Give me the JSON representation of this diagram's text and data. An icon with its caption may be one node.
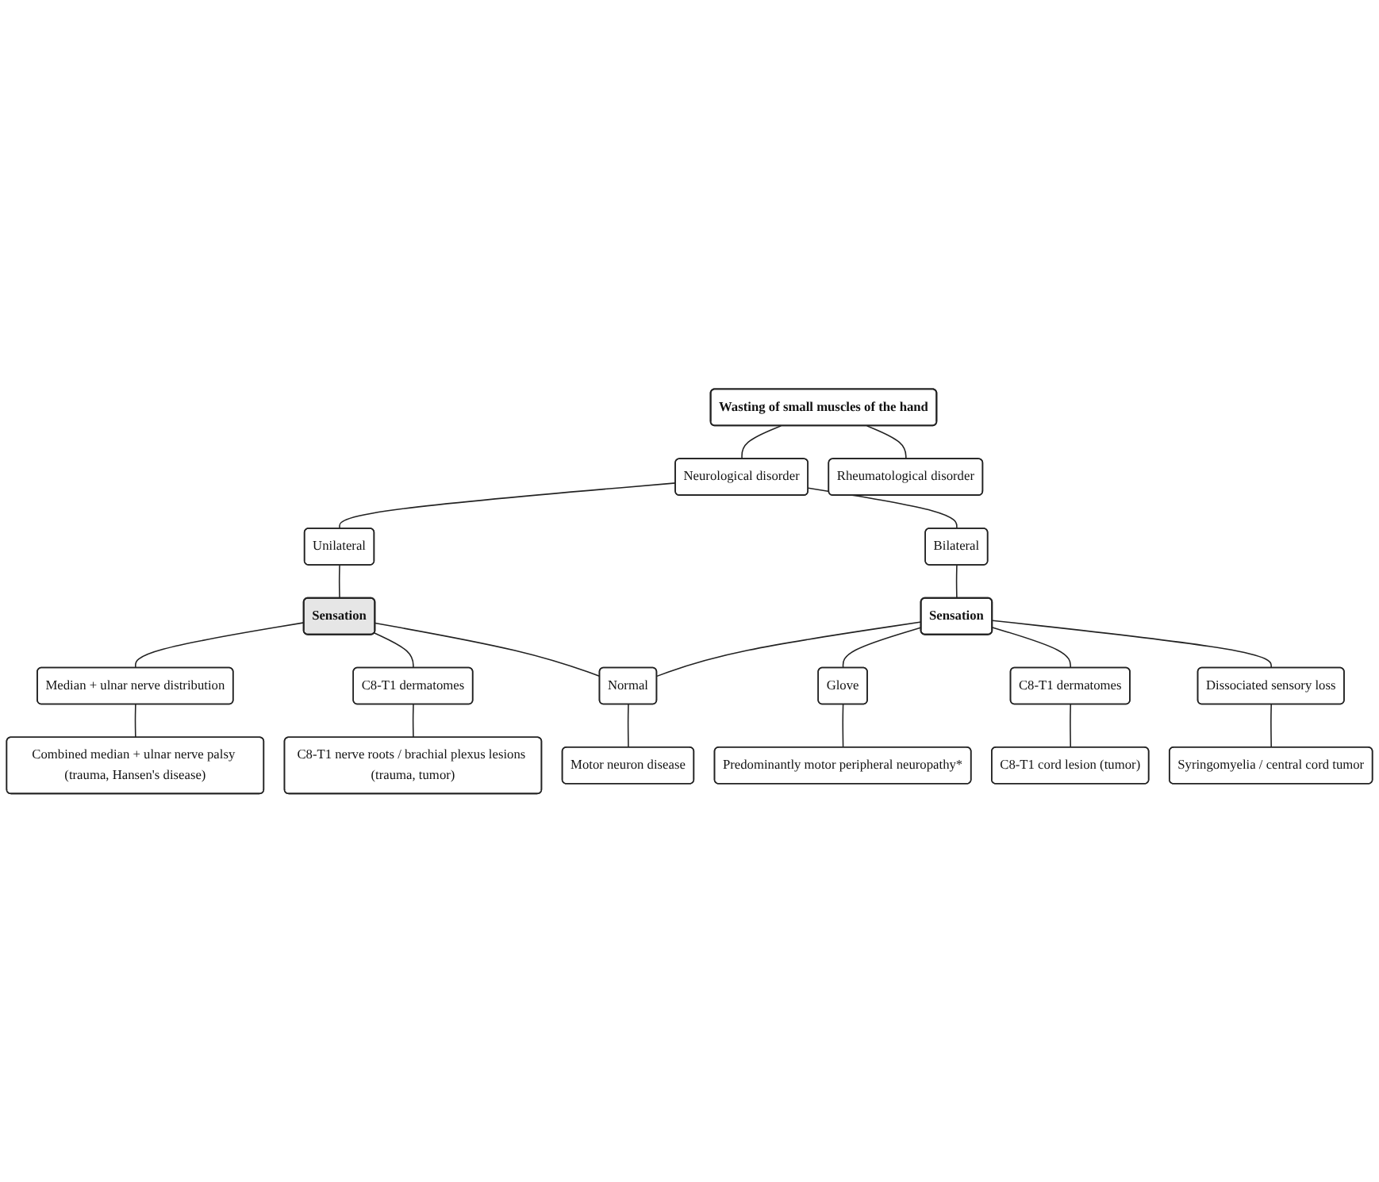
{
  "diagram": {
    "nodes": [
      {
        "text": [
          "Wasting of small muscles of the hand"
        ]
      },
      {
        "text": [
          "Neurological disorder"
        ]
      },
      {
        "text": [
          "Rheumatological disorder"
        ]
      },
      {
        "text": [
          "Unilateral"
        ]
      },
      {
        "text": [
          "Bilateral"
        ]
      },
      {
        "text": [
          "Sensation"
        ]
      },
      {
        "text": [
          "Sensation"
        ]
      },
      {
        "text": [
          "Median + ulnar nerve distribution"
        ]
      },
      {
        "text": [
          "C8-T1 dermatomes"
        ]
      },
      {
        "text": [
          "Normal"
        ]
      },
      {
        "text": [
          "Glove"
        ]
      },
      {
        "text": [
          "C8-T1 dermatomes"
        ]
      },
      {
        "text": [
          "Dissociated sensory loss"
        ]
      },
      {
        "text": [
          "Combined median + ulnar nerve palsy (trauma, Hansen's disease)"
        ]
      },
      {
        "text": [
          "C8-T1 nerve roots / brachial plexus lesions (trauma, tumor)"
        ]
      },
      {
        "text": [
          "Motor neuron disease"
        ]
      },
      {
        "text": [
          "Predominantly motor peripheral neuropathy*"
        ]
      },
      {
        "text": [
          "C8-T1 cord lesion (tumor)"
        ]
      },
      {
        "text": [
          "Syringomyelia / central cord tumor"
        ]
      }
    ],
    "edges": [
      {
        "from": 0,
        "to": 1,
        "arrow": "none"
      },
      {
        "from": 0,
        "to": 2,
        "arrow": "none"
      },
      {
        "from": 1,
        "to": 3,
        "arrow": "none"
      },
      {
        "from": 1,
        "to": 4,
        "arrow": "none"
      },
      {
        "from": 3,
        "to": 5,
        "arrow": "none"
      },
      {
        "from": 4,
        "to": 6,
        "arrow": "none"
      },
      {
        "from": 5,
        "to": 7,
        "arrow": "none"
      },
      {
        "from": 5,
        "to": 8,
        "arrow": "none"
      },
      {
        "from": 5,
        "to": 9,
        "arrow": "none"
      },
      {
        "from": 6,
        "to": 9,
        "arrow": "none"
      },
      {
        "from": 6,
        "to": 10,
        "arrow": "none"
      },
      {
        "from": 6,
        "to": 11,
        "arrow": "none"
      },
      {
        "from": 6,
        "to": 12,
        "arrow": "none"
      },
      {
        "from": 7,
        "to": 13,
        "arrow": "none"
      },
      {
        "from": 8,
        "to": 14,
        "arrow": "none"
      },
      {
        "from": 9,
        "to": 15,
        "arrow": "none"
      },
      {
        "from": 10,
        "to": 16,
        "arrow": "none"
      },
      {
        "from": 11,
        "to": 17,
        "arrow": "none"
      },
      {
        "from": 12,
        "to": 18,
        "arrow": "none"
      }
    ]
  }
}
